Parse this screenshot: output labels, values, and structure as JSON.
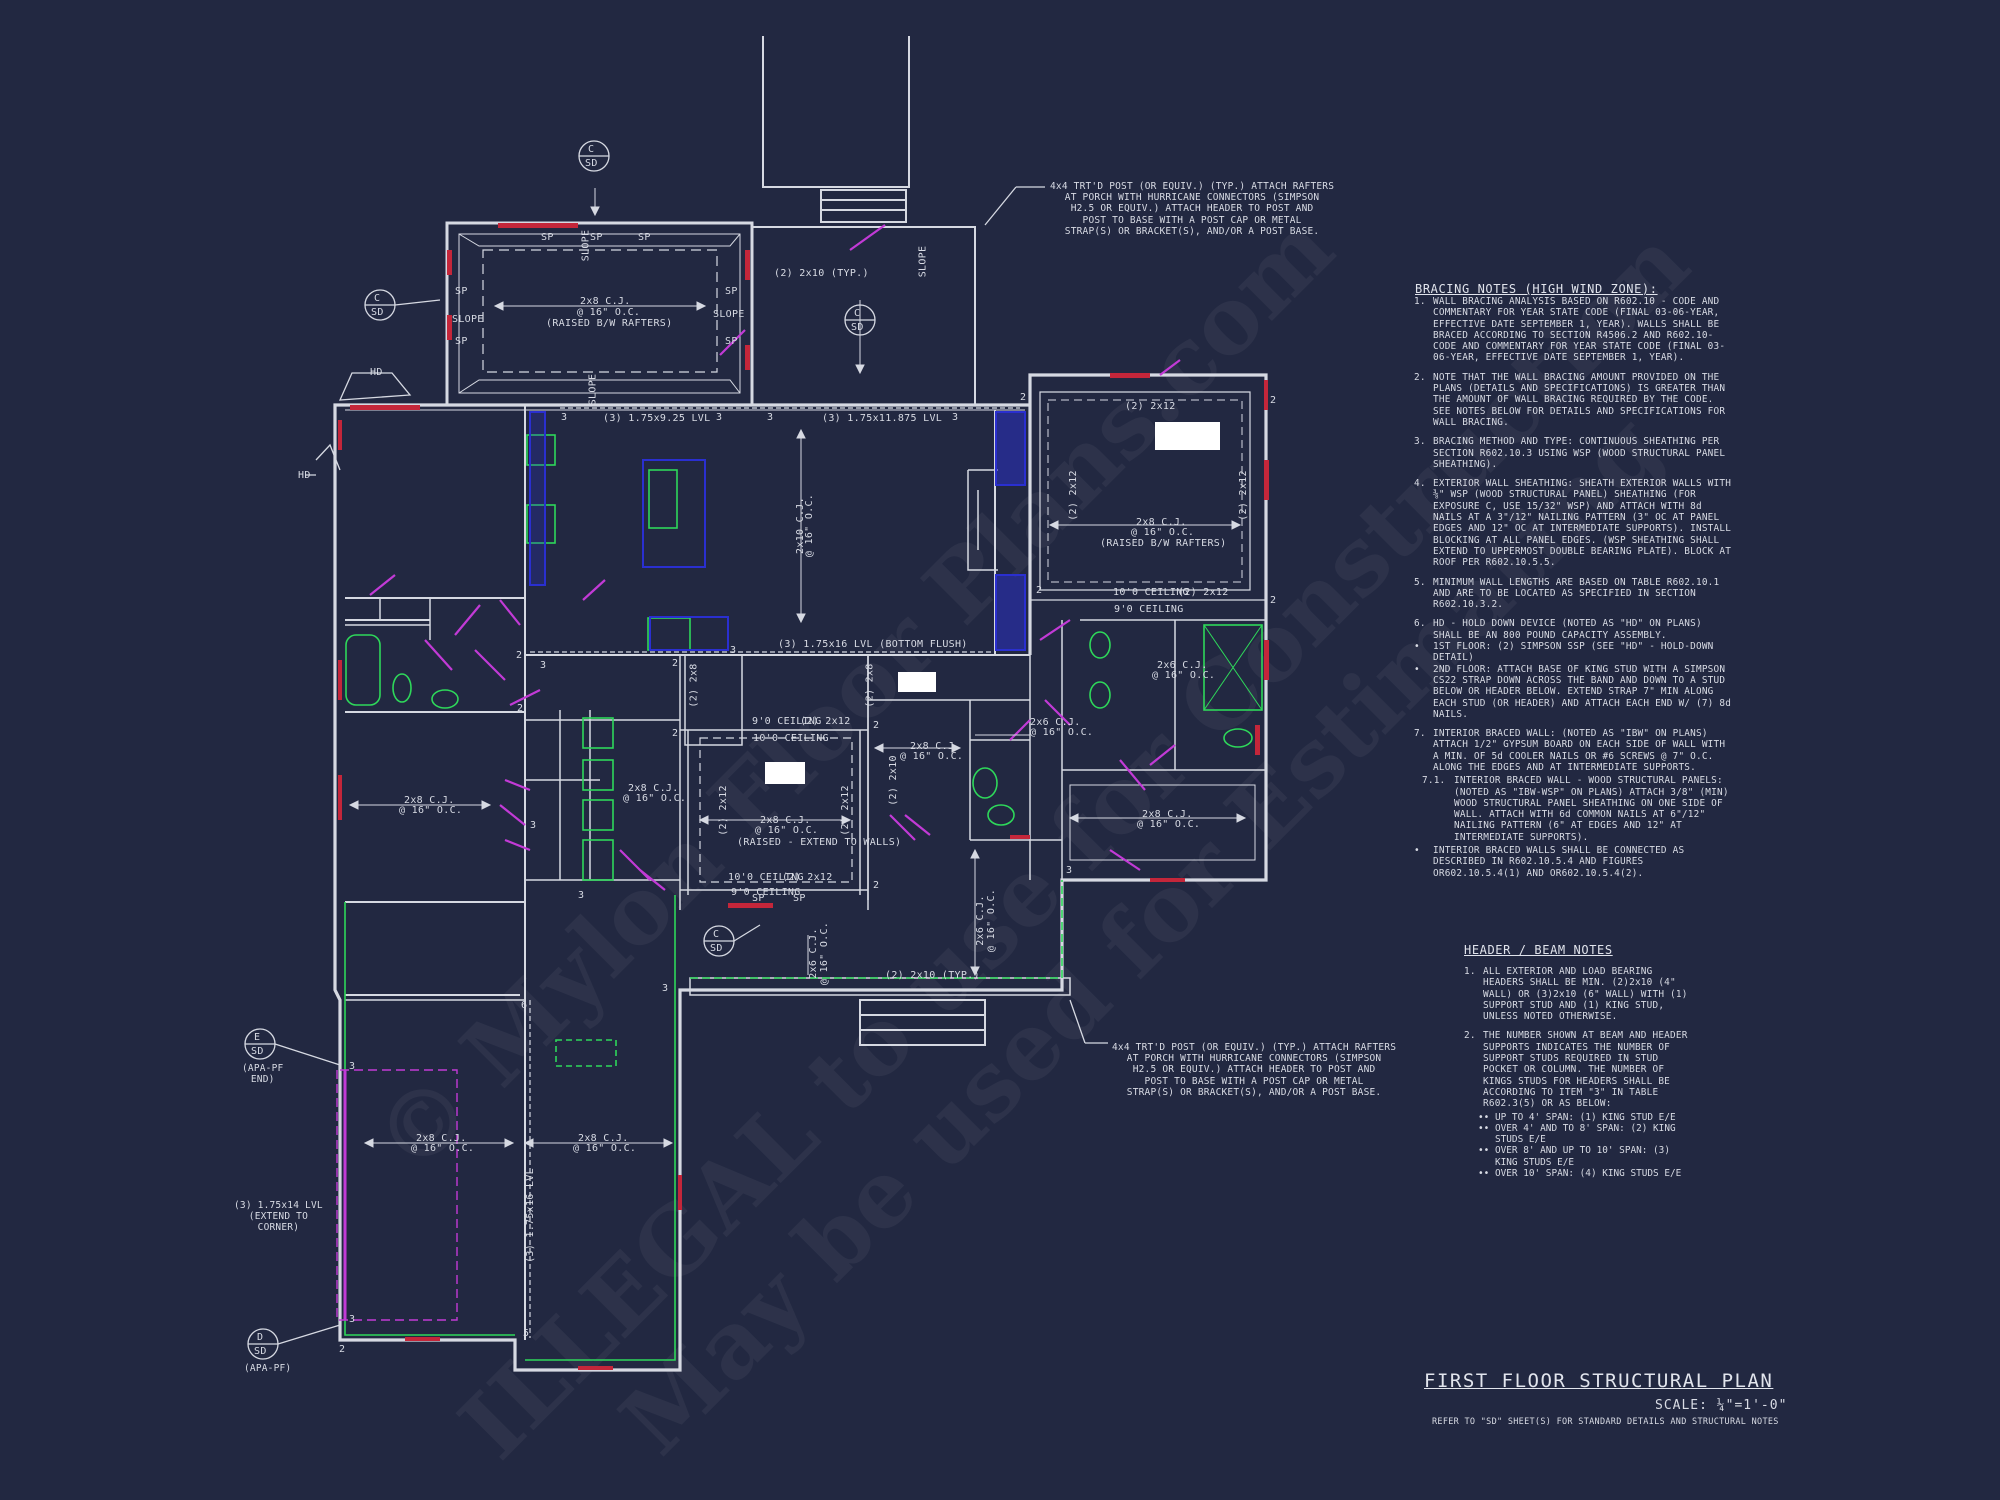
{
  "sheet": {
    "title": "FIRST FLOOR STRUCTURAL PLAN",
    "scale": "SCALE: ¼\"=1'-0\"",
    "refer_note": "REFER TO \"SD\" SHEET(S) FOR STANDARD DETAILS AND STRUCTURAL NOTES"
  },
  "watermark": {
    "line1": "© Mylon Floor Plans.com",
    "line2": "ILLEGAL to use for Construction",
    "line3": "May be used for Estimating"
  },
  "colors": {
    "background": "#222841",
    "wall": "#d6d9e2",
    "red_posts": "#c4263a",
    "magenta_doors": "#c23ad6",
    "green_fixtures": "#2ed85a",
    "blue_cabinets": "#2a2fd0"
  },
  "callouts": {
    "porch_post_top": "4x4 TRT'D POST (OR EQUIV.) (TYP.) ATTACH RAFTERS\nAT PORCH WITH HURRICANE CONNECTORS (SIMPSON\nH2.5 OR EQUIV.) ATTACH HEADER TO POST AND\nPOST TO BASE WITH A POST CAP OR METAL\nSTRAP(S) OR BRACKET(S), AND/OR A POST BASE.",
    "porch_post_bottom": "4x4 TRT'D POST (OR EQUIV.) (TYP.) ATTACH RAFTERS\nAT PORCH WITH HURRICANE CONNECTORS (SIMPSON\nH2.5 OR EQUIV.) ATTACH HEADER TO POST AND\nPOST TO BASE WITH A POST CAP OR METAL\nSTRAP(S) OR BRACKET(S), AND/OR A POST BASE.",
    "lvl_left": "(3) 1.75x14 LVL\n(EXTEND TO\nCORNER)",
    "apa_pf_end": "(APA-PF\nEND)",
    "apa_pf": "(APA-PF)"
  },
  "section_markers": [
    {
      "top": "C",
      "bottom": "SD"
    },
    {
      "top": "C",
      "bottom": "SD"
    },
    {
      "top": "C",
      "bottom": "SD"
    },
    {
      "top": "C",
      "bottom": "SD"
    },
    {
      "top": "E",
      "bottom": "SD"
    },
    {
      "top": "D",
      "bottom": "SD"
    }
  ],
  "labels": {
    "cj_main": "2x8 C.J.",
    "oc16": "@ 16\" O.C.",
    "raised_bw": "(RAISED B/W RAFTERS)",
    "raised_extend": "(RAISED - EXTEND\nTO WALLS)",
    "lvl_925": "(3) 1.75x9.25 LVL",
    "lvl_11875": "(3) 1.75x11.875 LVL",
    "lvl_16_bottom": "(3) 1.75x16 LVL (BOTTOM FLUSH)",
    "lvl_16_vert": "(3) 1.75x16 LVL",
    "twox10_typ": "(2) 2x10 (TYP.)",
    "twox12": "(2) 2x12",
    "twox10": "(2) 2x10",
    "twox8": "(2) 2x8",
    "cj_2x10": "2x10 C.J.",
    "cj_2x6": "2x6 C.J.",
    "ceil_9": "9'0 CEILING",
    "ceil_10": "10'0 CEILING",
    "slope": "SLOPE",
    "sp": "SP",
    "hd": "HD",
    "n2": "2",
    "n3": "3",
    "n5": "5",
    "n6": "6"
  },
  "bracing_notes": {
    "heading": "BRACING NOTES (HIGH WIND ZONE):",
    "items": [
      {
        "n": "1.",
        "text": "WALL BRACING ANALYSIS BASED ON R602.10 - CODE AND COMMENTARY FOR YEAR STATE CODE (FINAL 03-06-YEAR, EFFECTIVE DATE SEPTEMBER 1, YEAR). WALLS SHALL BE BRACED ACCORDING TO SECTION R4506.2 AND R602.10-CODE AND COMMENTARY FOR YEAR STATE CODE (FINAL 03-06-YEAR, EFFECTIVE DATE SEPTEMBER 1, YEAR)."
      },
      {
        "n": "2.",
        "text": "NOTE THAT THE WALL BRACING AMOUNT PROVIDED ON THE PLANS (DETAILS AND SPECIFICATIONS) IS GREATER THAN THE AMOUNT OF WALL BRACING REQUIRED BY THE CODE. SEE NOTES BELOW FOR DETAILS AND SPECIFICATIONS FOR WALL BRACING."
      },
      {
        "n": "3.",
        "text": "BRACING METHOD AND TYPE: CONTINUOUS SHEATHING PER SECTION R602.10.3 USING WSP (WOOD STRUCTURAL PANEL SHEATHING)."
      },
      {
        "n": "4.",
        "text": "EXTERIOR WALL SHEATHING: SHEATH EXTERIOR WALLS WITH ⅜\" WSP (WOOD STRUCTURAL PANEL) SHEATHING (FOR EXPOSURE C, USE 15/32\" WSP) AND ATTACH WITH 8d NAILS AT A 3\"/12\" NAILING PATTERN (3\" OC AT PANEL EDGES AND 12\" OC AT INTERMEDIATE SUPPORTS). INSTALL BLOCKING AT ALL PANEL EDGES. (WSP SHEATHING SHALL EXTEND TO UPPERMOST DOUBLE BEARING PLATE). BLOCK AT ROOF PER R602.10.5.5."
      },
      {
        "n": "5.",
        "text": "MINIMUM WALL LENGTHS ARE BASED ON TABLE R602.10.1 AND ARE TO BE LOCATED AS SPECIFIED IN SECTION R602.10.3.2."
      },
      {
        "n": "6.",
        "text": "HD - HOLD DOWN DEVICE (NOTED AS \"HD\" ON PLANS) SHALL BE AN 800 POUND CAPACITY ASSEMBLY."
      },
      {
        "n": "•",
        "text": "1ST FLOOR: (2) SIMPSON SSP (SEE \"HD\" - HOLD-DOWN DETAIL)"
      },
      {
        "n": "•",
        "text": "2ND FLOOR: ATTACH BASE OF KING STUD WITH A SIMPSON CS22 STRAP DOWN ACROSS THE BAND AND DOWN TO A STUD BELOW OR HEADER BELOW. EXTEND STRAP 7\" MIN ALONG EACH STUD (OR HEADER) AND ATTACH EACH END W/ (7) 8d NAILS."
      },
      {
        "n": "7.",
        "text": "INTERIOR BRACED WALL: (NOTED AS \"IBW\" ON PLANS) ATTACH 1/2\" GYPSUM BOARD ON EACH SIDE OF WALL WITH A MIN. OF 5d COOLER NAILS OR #6 SCREWS @ 7\" O.C. ALONG THE EDGES AND AT INTERMEDIATE SUPPORTS."
      },
      {
        "n": "7.1.",
        "text": "INTERIOR BRACED WALL - WOOD STRUCTURAL PANELS: (NOTED AS \"IBW-WSP\" ON PLANS) ATTACH 3/8\" (MIN) WOOD STRUCTURAL PANEL SHEATHING ON ONE SIDE OF WALL. ATTACH WITH 6d COMMON NAILS AT 6\"/12\" NAILING PATTERN (6\" AT EDGES AND 12\" AT INTERMEDIATE SUPPORTS)."
      },
      {
        "n": "•",
        "text": "INTERIOR BRACED WALLS SHALL BE CONNECTED AS DESCRIBED IN R602.10.5.4 AND FIGURES OR602.10.5.4(1) AND OR602.10.5.4(2)."
      }
    ]
  },
  "header_notes": {
    "heading": "HEADER / BEAM NOTES",
    "items": [
      {
        "n": "1.",
        "text": "ALL EXTERIOR AND LOAD BEARING HEADERS SHALL BE MIN. (2)2x10 (4\" WALL) OR (3)2x10 (6\" WALL) WITH (1) SUPPORT STUD AND (1) KING STUD, UNLESS NOTED OTHERWISE."
      },
      {
        "n": "2.",
        "text": "THE NUMBER SHOWN AT BEAM AND HEADER SUPPORTS INDICATES THE NUMBER OF SUPPORT STUDS REQUIRED IN STUD POCKET OR COLUMN. THE NUMBER OF KINGS STUDS FOR HEADERS SHALL BE ACCORDING TO ITEM \"3\" IN TABLE R602.3(5) OR AS BELOW:"
      }
    ],
    "bullets": [
      "UP TO 4' SPAN: (1) KING STUD E/E",
      "OVER 4' AND TO 8' SPAN: (2) KING STUDS E/E",
      "OVER 8' AND UP TO 10' SPAN: (3) KING STUDS E/E",
      "OVER 10' SPAN: (4) KING STUDS E/E"
    ]
  }
}
